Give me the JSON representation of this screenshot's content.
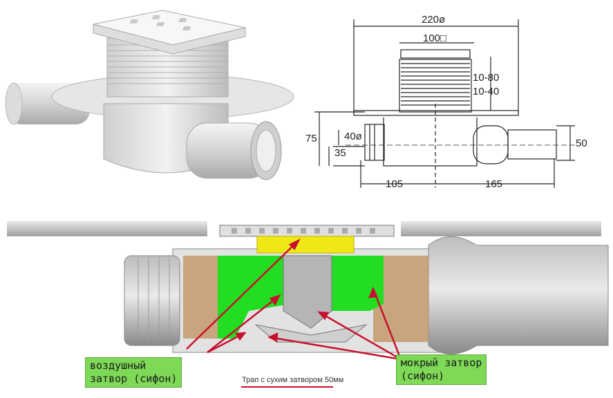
{
  "drawing": {
    "dim_total_width": "220ø",
    "dim_grate": "100□",
    "dim_height_1": "10-80",
    "dim_height_2": "10-40",
    "dim_75": "75",
    "dim_40": "40ø",
    "dim_35": "35",
    "dim_105": "105",
    "dim_165": "165",
    "dim_50": "50"
  },
  "labels": {
    "air_seal_line1": "воздушный",
    "air_seal_line2": "затвор (сифон)",
    "wet_seal_line1": "мокрый затвор",
    "wet_seal_line2": "(сифон)",
    "caption_prefix": "Трап с ",
    "caption_highlight": "сухим затвором",
    "caption_suffix": " 50мм"
  },
  "colors": {
    "water": "#22dd22",
    "air_gate": "#f0e814",
    "arrow": "#c8102e",
    "label_bg": "#7ed957",
    "sediment": "#c49a6c",
    "plastic": "#c8c8c8"
  }
}
